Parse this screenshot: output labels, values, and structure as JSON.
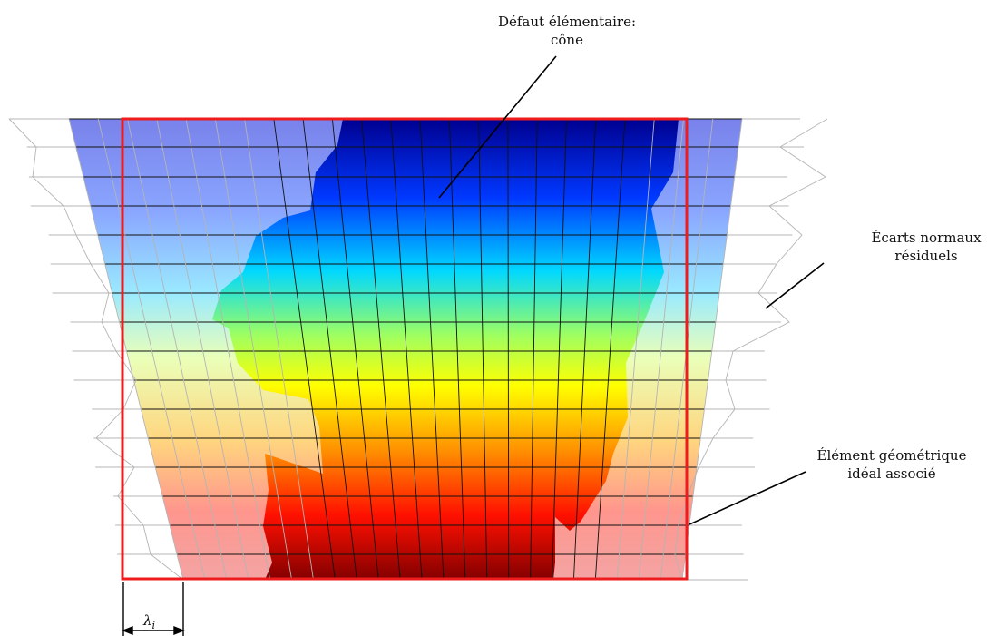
{
  "annotations": {
    "cone": {
      "line1": "Défaut élémentaire:",
      "line2": "cône"
    },
    "residual": {
      "line1": "Écarts normaux",
      "line2": "résiduels"
    },
    "ideal": {
      "line1": "Élément géométrique",
      "line2": "idéal associé"
    },
    "lambda": {
      "symbol": "λ",
      "subscript": "i"
    }
  },
  "colors": {
    "ideal_frame": "#ee1c1c",
    "mesh": "#111111",
    "wire": "#b4b4b4",
    "colormap": [
      "#7f0000",
      "#ff0000",
      "#ff9900",
      "#ffff00",
      "#66ffcc",
      "#00ccff",
      "#0055ff",
      "#00008f"
    ]
  }
}
